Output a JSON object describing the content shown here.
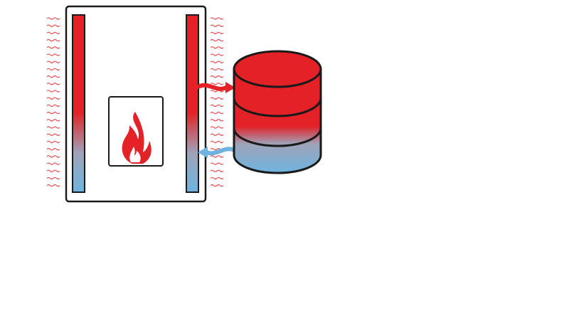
{
  "colors": {
    "hot": "#e32127",
    "hot_dark": "#c8161d",
    "cold": "#6fb4e0",
    "mid": "#9ea3b8",
    "outline": "#1a1a1a",
    "wave": "#e8434a",
    "background": "#ffffff"
  },
  "icons": {
    "fire": "flame-icon",
    "heat_waves": "heat-wave-icon",
    "hot_flow": "arrow-right-icon",
    "cold_return": "arrow-left-icon"
  },
  "diagram": {
    "components": [
      "stove",
      "heat-exchanger-pipe-left",
      "heat-exchanger-pipe-right",
      "firebox",
      "storage-tank"
    ],
    "connections": [
      {
        "from": "heat-exchanger-pipe-right",
        "to": "storage-tank",
        "medium": "hot"
      },
      {
        "from": "storage-tank",
        "to": "heat-exchanger-pipe-right",
        "medium": "cold"
      }
    ],
    "tank_layers": 3
  }
}
